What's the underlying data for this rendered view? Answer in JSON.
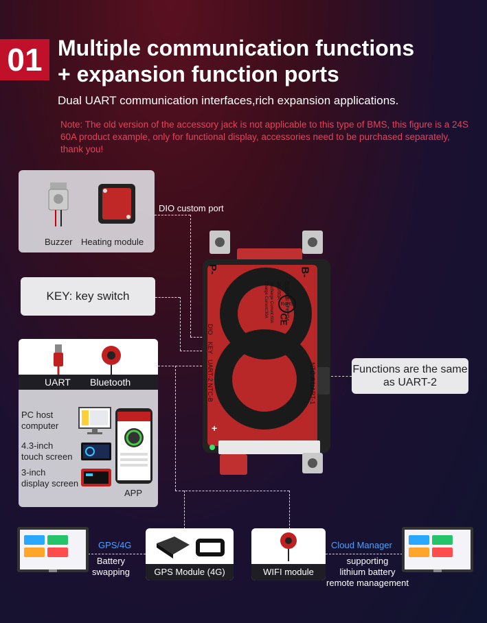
{
  "header": {
    "number": "01",
    "title_line1": "Multiple communication functions",
    "title_line2": "+ expansion function ports",
    "subtitle": "Dual UART communication interfaces,rich expansion applications.",
    "note": "Note: The old version of the accessory jack is not applicable to this type of BMS, this figure is a 24S 60A product example, only for functional display, accessories need to be purchased separately, thank you!"
  },
  "accessories": {
    "buzzer": "Buzzer",
    "heating": "Heating module",
    "dio_port": "DIO custom port"
  },
  "key": {
    "label": "KEY: key switch"
  },
  "comm": {
    "uart": "UART",
    "bluetooth": "Bluetooth",
    "pc": "PC host\ncomputer",
    "touch": "4.3-inch\ntouch screen",
    "display": "3-inch\ndisplay screen",
    "app": "APP"
  },
  "bms": {
    "p_minus": "P-",
    "b_minus": "B-",
    "plus": "+",
    "dio": "DIO",
    "key": "KEY",
    "uart2": "UART-2 NTC-B",
    "uart1": "NTC-A UART-1",
    "spec1": "磷酸铁锂 LiFePO4",
    "spec2": "24S/60A",
    "spec3": "Discharge Current:60A",
    "spec4": "Charge Current:30A",
    "rohs": "RoHS",
    "ce": "CE"
  },
  "functions_note": "Functions are the same as UART-2",
  "gps": {
    "net": "GPS/4G",
    "battery": "Battery\nswapping",
    "module": "GPS Module (4G)"
  },
  "wifi": {
    "module": "WIFI module",
    "cloud": "Cloud Manager",
    "desc": "supporting\nlithium battery\nremote management"
  },
  "colors": {
    "accent": "#c0102a",
    "note": "#e8405a",
    "board": "#b82828",
    "link": "#4aa2ff"
  }
}
